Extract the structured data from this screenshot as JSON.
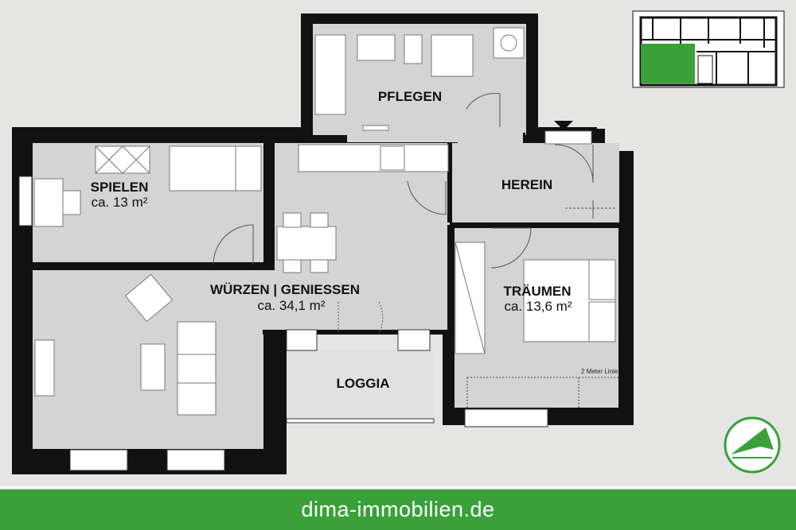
{
  "rooms": {
    "pflegen": {
      "label": "PFLEGEN"
    },
    "spielen": {
      "label": "SPIELEN",
      "area": "ca. 13 m²"
    },
    "herein": {
      "label": "HEREIN"
    },
    "wuerzen": {
      "label": "WÜRZEN | GENIESSEN",
      "area": "ca. 34,1 m²"
    },
    "traeumen": {
      "label": "TRÄUMEN",
      "area": "ca. 13,6 m²"
    },
    "loggia": {
      "label": "LOGGIA"
    }
  },
  "note": "2 Meter Linie",
  "footer": {
    "website": "dima-immobilien.de"
  },
  "colors": {
    "wall": "#111111",
    "floor": "#d4d4d4",
    "loggia_floor": "#e1e1e1",
    "brand_green": "#3aa03a",
    "background": "#e5e5e4"
  },
  "icons": {
    "logo": "dima-logo-icon",
    "entrance": "entrance-arrow-icon",
    "key_plan": "key-plan-icon"
  }
}
